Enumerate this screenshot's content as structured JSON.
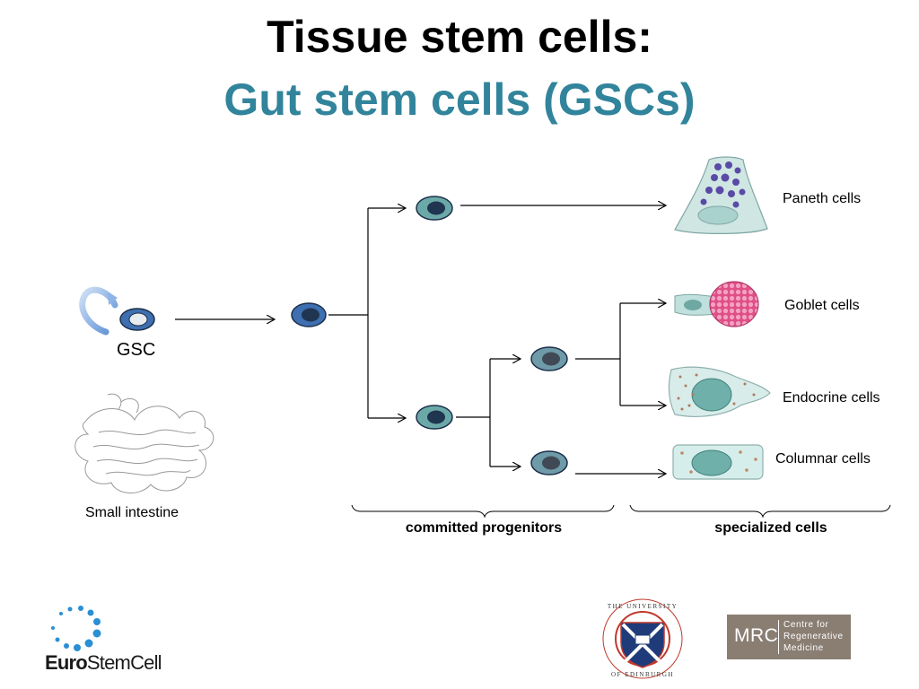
{
  "title": "Tissue stem cells:",
  "subtitle": "Gut stem cells (GSCs)",
  "diagram": {
    "gsc_label": "GSC",
    "organ_label": "Small intestine",
    "cell_types": [
      "Paneth cells",
      "Goblet cells",
      "Endocrine cells",
      "Columnar cells"
    ],
    "group_labels": [
      "committed progenitors",
      "specialized cells"
    ]
  },
  "logos": {
    "eurostemcell": {
      "part1": "Euro",
      "part2": "StemCell"
    },
    "edinburgh": {
      "top_text": "THE UNIVERSITY",
      "bottom_text": "OF EDINBURGH"
    },
    "mrc": {
      "abbr": "MRC",
      "name": "Centre for\nRegenerative\nMedicine"
    }
  },
  "colors": {
    "title": "#000000",
    "subtitle": "#31849b",
    "stem_cell": "#3e6fb0",
    "progenitor_teal": "#6ba9a9",
    "progenitor_gray": "#6f9aa8",
    "mrc_box": "#8a7e73"
  }
}
